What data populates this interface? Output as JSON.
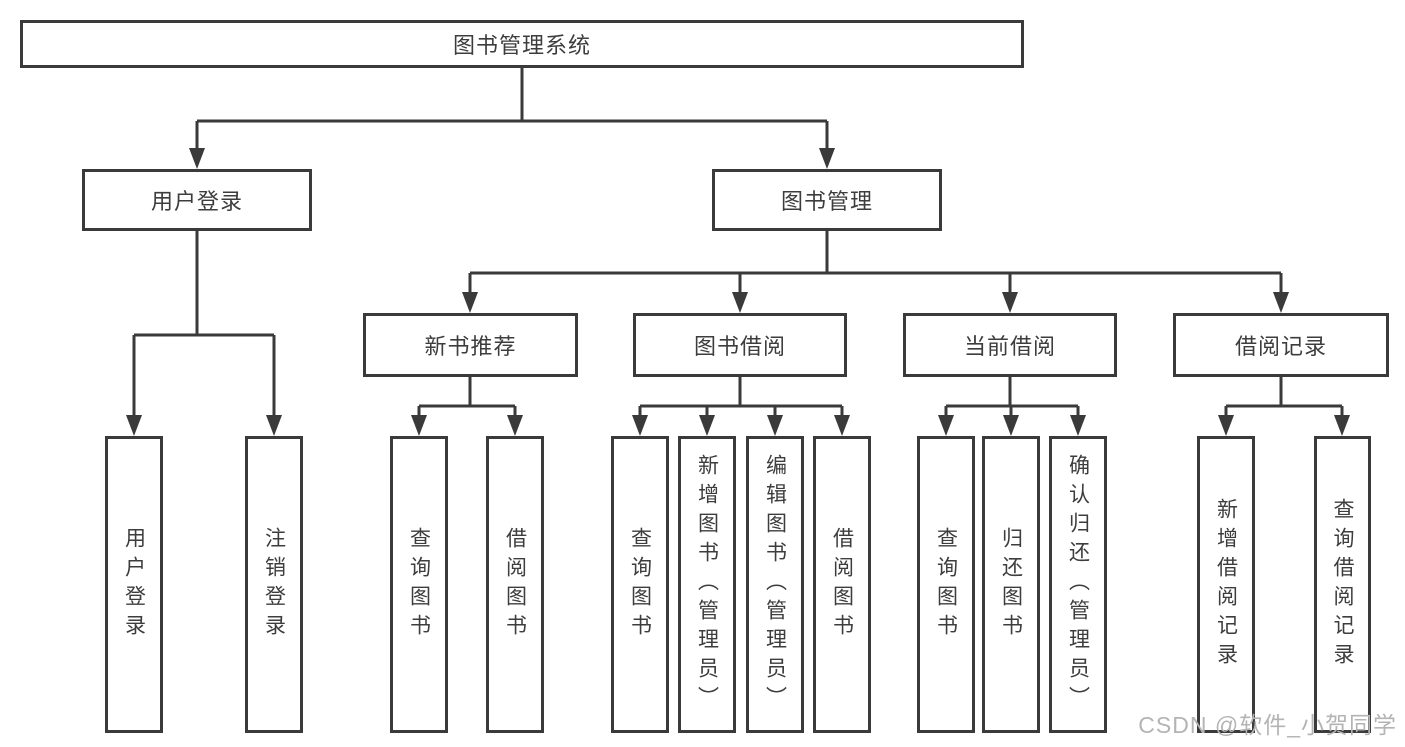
{
  "colors": {
    "line": "#3a3a3a",
    "text": "#3d3d3d",
    "watermark": "#b4b4b4",
    "bg": "#ffffff"
  },
  "nodes": {
    "root": "图书管理系统",
    "user_login": "用户登录",
    "book_management": "图书管理",
    "new_book_recommend": "新书推荐",
    "book_borrow": "图书借阅",
    "current_borrow": "当前借阅",
    "borrow_record": "借阅记录",
    "leaf_user_login": "用户登录",
    "leaf_logout": "注销登录",
    "leaf_nbr_query_book": "查询图书",
    "leaf_nbr_borrow_book": "借阅图书",
    "leaf_bb_query_book": "查询图书",
    "leaf_bb_add_book": "新增图书（管理员）",
    "leaf_bb_edit_book": "编辑图书（管理员）",
    "leaf_bb_borrow_book": "借阅图书",
    "leaf_cb_query_book": "查询图书",
    "leaf_cb_return_book": "归还图书",
    "leaf_cb_confirm_return": "确认归还（管理员）",
    "leaf_br_add_record": "新增借阅记录",
    "leaf_br_query_record": "查询借阅记录"
  },
  "watermark": "CSDN @软件_小贺同学"
}
